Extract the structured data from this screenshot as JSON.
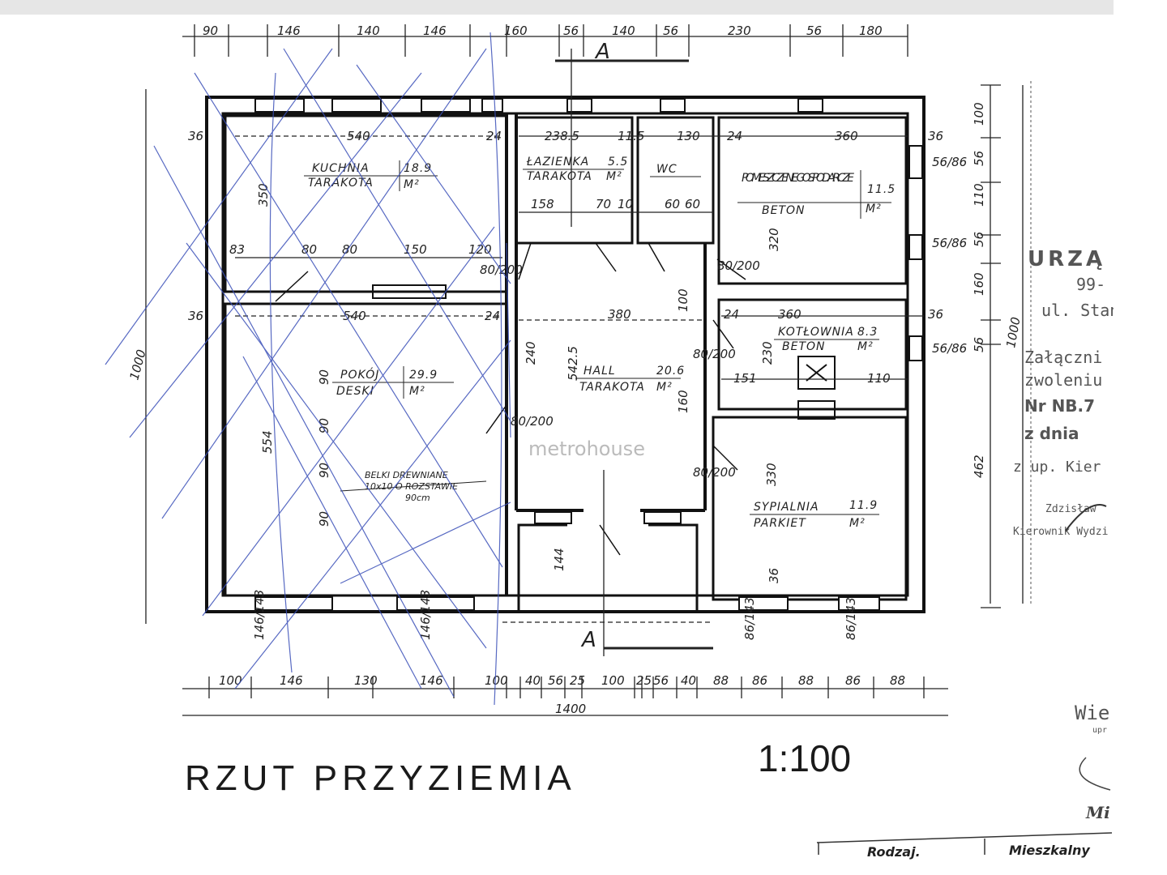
{
  "drawing": {
    "title": "RZUT PRZYZIEMIA",
    "scale": "1:100",
    "section_mark": "A",
    "watermark": "metrohouse"
  },
  "rooms": [
    {
      "name": "KUCHNIA",
      "floor": "TARAKOTA",
      "area": "18.9",
      "unit": "M²"
    },
    {
      "name": "ŁAZIENKA",
      "floor": "TARAKOTA",
      "area": "5.5",
      "unit": "M²"
    },
    {
      "name": "WC",
      "floor": "",
      "area": "",
      "unit": ""
    },
    {
      "name": "POMIESZCZENIE GOSPODARCZE",
      "floor": "BETON",
      "area": "11.5",
      "unit": "M²"
    },
    {
      "name": "POKÓJ",
      "floor": "DESKI",
      "area": "29.9",
      "unit": "M²"
    },
    {
      "name": "HALL",
      "floor": "TARAKOTA",
      "area": "20.6",
      "unit": "M²"
    },
    {
      "name": "KOTŁOWNIA",
      "floor": "BETON",
      "area": "8.3",
      "unit": "M²"
    },
    {
      "name": "SYPIALNIA",
      "floor": "PARKIET",
      "area": "11.9",
      "unit": "M²"
    }
  ],
  "notes": {
    "beams_line1": "BELKI DREWNIANE",
    "beams_line2": "10x10 O ROZSTAWIE",
    "beams_line3": "90cm"
  },
  "dimensions": {
    "top": [
      "90",
      "146",
      "140",
      "146",
      "160",
      "56",
      "140",
      "56",
      "230",
      "56",
      "180"
    ],
    "bottom": [
      "100",
      "146",
      "130",
      "146",
      "100",
      "40",
      "56",
      "25",
      "100",
      "25",
      "56",
      "40",
      "88",
      "86",
      "88",
      "86",
      "88"
    ],
    "bottom_total": "1400",
    "left_total": "1000",
    "right": [
      "100",
      "56",
      "110",
      "56",
      "160",
      "56",
      "462"
    ],
    "right_total": "1000",
    "inner": [
      "36",
      "350",
      "36",
      "554",
      "83",
      "80",
      "80",
      "150",
      "120",
      "540",
      "540",
      "24",
      "24",
      "238.5",
      "11.5",
      "130",
      "24",
      "360",
      "36",
      "158",
      "70",
      "10",
      "60",
      "60",
      "380",
      "542.5",
      "240",
      "360",
      "24",
      "36",
      "151",
      "110",
      "330",
      "36",
      "144",
      "80/200",
      "80/200",
      "80/200",
      "80/200",
      "80/200",
      "146/143",
      "146/143",
      "86/143",
      "86/143",
      "56/86",
      "56/86",
      "56/86",
      "90",
      "90",
      "90",
      "90",
      "100",
      "160",
      "230",
      "320"
    ]
  },
  "stamp": {
    "office": "URZĄ",
    "postal": "99-",
    "street": "ul. Stan",
    "attach1": "Załączni",
    "attach2": "zwoleniu",
    "number": "Nr NB.7",
    "date": "z dnia",
    "auth": "z up. Kier",
    "sign1": "Zdzisław",
    "sign2": "Kierownik Wydzi",
    "right1": "Wie",
    "right2": "upr",
    "right3": "Mi",
    "type_label": "Rodzaj.",
    "type_value": "Mieszkalny"
  }
}
